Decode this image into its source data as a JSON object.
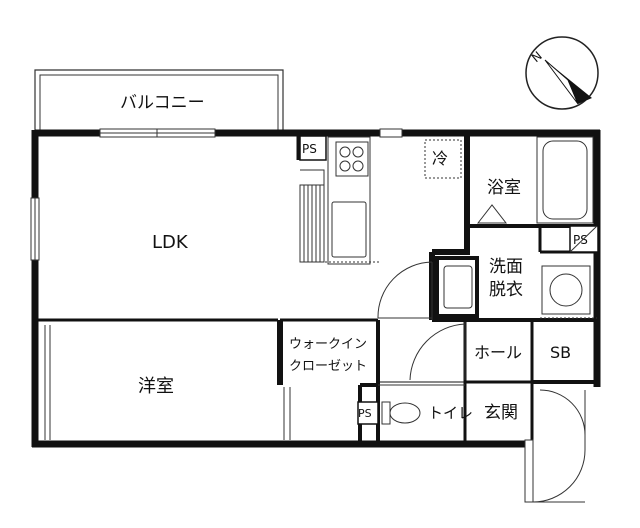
{
  "rooms": {
    "balcony": "バルコニー",
    "ldk": "LDK",
    "western_room": "洋室",
    "walk_in_closet_line1": "ウォークイン",
    "walk_in_closet_line2": "クローゼット",
    "bathroom": "浴室",
    "washroom_line1": "洗面",
    "washroom_line2": "脱衣",
    "hall": "ホール",
    "shoe_box": "SB",
    "toilet": "トイレ",
    "entrance": "玄関",
    "refrigerator": "冷"
  },
  "pipe_spaces": {
    "kitchen": "PS",
    "bath": "PS",
    "toilet": "PS"
  },
  "compass": {
    "north_label": "N"
  }
}
